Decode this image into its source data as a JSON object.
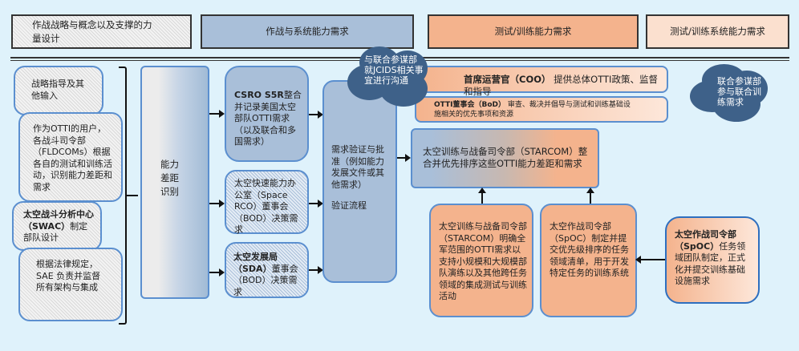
{
  "header": {
    "strategy": "作战战略与概念以及支撑的力量设计",
    "ops_requirements": "作战与系统能力需求",
    "test_training": "测试/训练能力需求",
    "test_training_systems": "测试/训练系统能力需求"
  },
  "inputs": {
    "guidance": "战略指导及其他输入",
    "fldcoms": "作为OTTI的用户，各战斗司令部（FLDCOMs）根据各自的测试和训练活动，识别能力差距和需求",
    "swac_bold": "太空战斗分析中心（SWAC）",
    "swac_rest": "制定部队设计",
    "sae": "根据法律规定，SAE 负责并监督所有架构与集成"
  },
  "gap": "能力差距识别",
  "boards": {
    "csro_bold": "CSRO S5R",
    "csro_rest": "整合并记录美国太空部队OTTI需求（以及联合和多国需求）",
    "rco": "太空快速能力办公室（Space RCO）董事会（BOD）决策需求",
    "sda_bold": "太空发展局（SDA）",
    "sda_rest": "董事会（BOD）决策需求"
  },
  "validation": {
    "text": "需求验证与批准（例如能力发展文件或其他需求）",
    "process": "验证流程"
  },
  "clouds": {
    "jcids": "与联合参谋部就JCIDS相关事宜进行沟通",
    "joint": "联合参谋部参与联合训练需求"
  },
  "coo": {
    "bold": "首席运营官（COO）",
    "rest": "提供总体OTTI政策、监督和指导"
  },
  "bod": {
    "bold": "OTTI董事会（BoD）",
    "rest": "审查、裁决并倡导与测试和训练基础设施相关的优先事项和资源"
  },
  "starcom_integrate": "太空训练与战备司令部（STARCOM）整合并优先排序这些OTTI能力差距和需求",
  "starcom_define": "太空训练与战备司令部（STARCOM）明确全军范围的OTTI需求以支持小规模和大规模部队演练以及其他跨任务领域的集成测试与训练活动",
  "spoc_list": "太空作战司令部（SpOC）制定并提交优先级排序的任务领域清单，用于开发特定任务的训练系统",
  "spoc_team": {
    "bold": "太空作战司令部（SpOC）",
    "rest": "任务领域团队制定，正式化并提交训练基础设施需求"
  },
  "colors": {
    "background": "#dff2fb",
    "blue": "#a9bfd9",
    "salmon": "#f4b38d",
    "cloud": "#3e6189"
  }
}
